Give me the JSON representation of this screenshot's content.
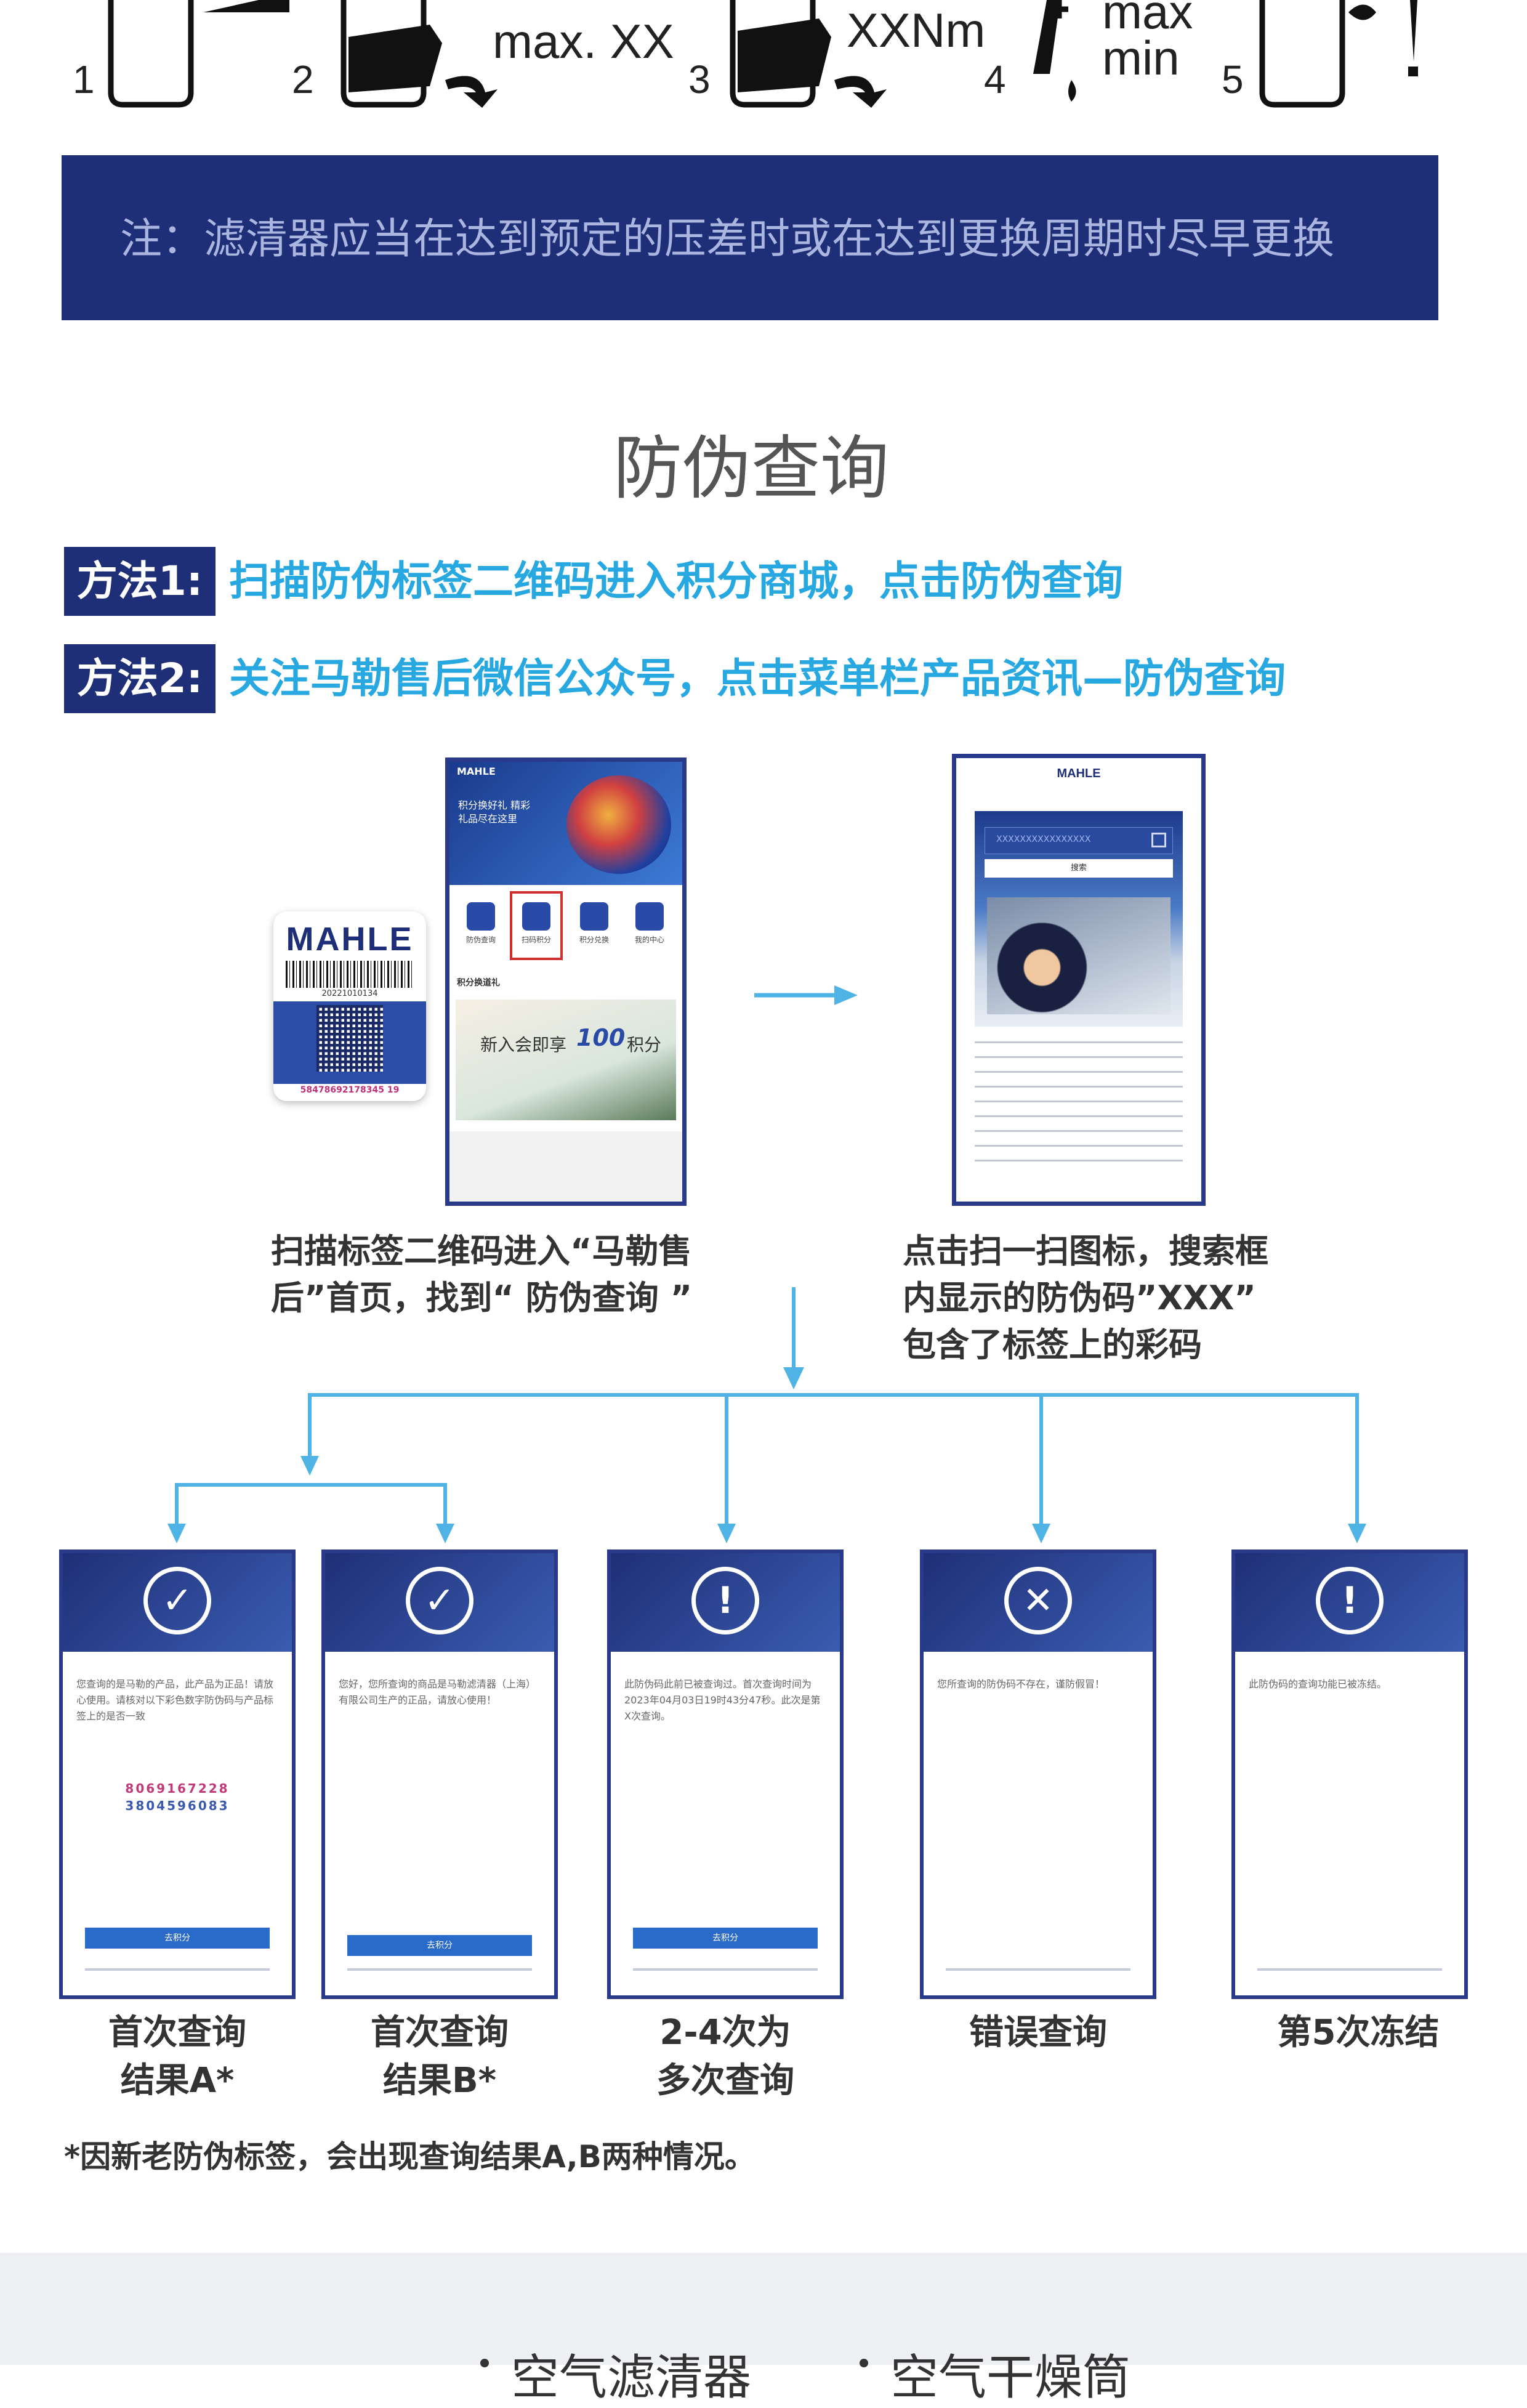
{
  "install_steps": {
    "numbers": [
      "1",
      "2",
      "3",
      "4",
      "5"
    ],
    "step2_text": "max. XX",
    "step3_text": "XXNm",
    "step4_max": "max",
    "step4_min": "min"
  },
  "note": {
    "text": "注：滤清器应当在达到预定的压差时或在达到更换周期时尽早更换"
  },
  "section_title": "防伪查询",
  "methods": [
    {
      "tag": "方法1:",
      "text": "扫描防伪标签二维码进入积分商城，点击防伪查询"
    },
    {
      "tag": "方法2:",
      "text": "关注马勒售后微信公众号，点击菜单栏产品资讯—防伪查询"
    }
  ],
  "label_card": {
    "brand": "MAHLE",
    "serial": "20221010134",
    "code": "58478692178345 19"
  },
  "phone1": {
    "brand": "MAHLE",
    "banner_text": "积分换好礼 精彩礼品尽在这里",
    "icons": [
      "防伪查询",
      "扫码积分",
      "积分兑换",
      "我的中心"
    ],
    "section": "积分换道礼",
    "promo": "新入会即享",
    "promo_points": "100",
    "promo_unit": "积分"
  },
  "phone2": {
    "brand": "MAHLE",
    "search_code": "XXXXXXXXXXXXXXXX",
    "search_button": "搜索"
  },
  "captions": {
    "left": [
      "扫描标签二维码进入“马勒售",
      "后”首页，找到“ 防伪查询 ”"
    ],
    "right": [
      "点击扫一扫图标，搜索框",
      "内显示的防伪码”XXX”",
      "包含了标签上的彩码"
    ]
  },
  "results": [
    {
      "icon": "check-badge-icon",
      "glyph": "✓",
      "body": "您查询的是马勒的产品，此产品为正品！请放心使用。请核对以下彩色数字防伪码与产品标签上的是否一致",
      "code1": "8069167228",
      "code2": "3804596083",
      "button": "去积分",
      "label": [
        "首次查询",
        "结果A*"
      ]
    },
    {
      "icon": "check-badge-icon",
      "glyph": "✓",
      "body": "您好，您所查询的商品是马勒滤清器（上海）有限公司生产的正品，请放心使用！",
      "button": "去积分",
      "label": [
        "首次查询",
        "结果B*"
      ]
    },
    {
      "icon": "warning-icon",
      "glyph": "!",
      "body": "此防伪码此前已被查询过。首次查询时间为2023年04月03日19时43分47秒。此次是第X次查询。",
      "button": "去积分",
      "label": [
        "2-4次为",
        "多次查询"
      ]
    },
    {
      "icon": "close-circle-icon",
      "glyph": "✕",
      "body": "您所查询的防伪码不存在，谨防假冒！",
      "label": [
        "错误查询"
      ]
    },
    {
      "icon": "warning-icon",
      "glyph": "!",
      "body": "此防伪码的查询功能已被冻结。",
      "label": [
        "第5次冻结"
      ]
    }
  ],
  "footnote": "*因新老防伪标签，会出现查询结果A,B两种情况。",
  "bottom_tabs": [
    "空气滤清器",
    "空气干燥筒"
  ],
  "colors": {
    "navy": "#1f2f77",
    "accent_blue": "#27a8e0",
    "connector": "#4fb3e6"
  }
}
